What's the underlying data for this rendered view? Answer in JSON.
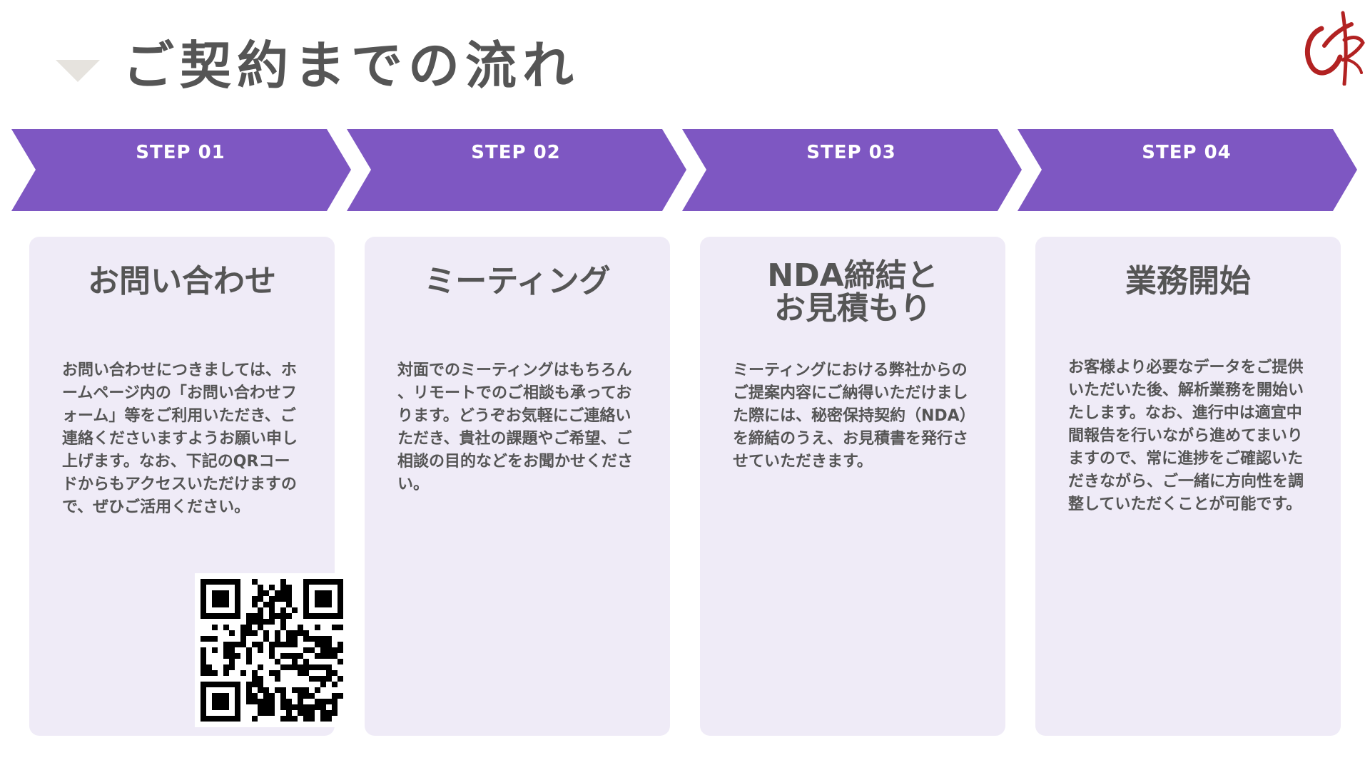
{
  "page": {
    "title": "ご契約までの流れ",
    "colors": {
      "accent": "#7e57c2",
      "card_background": "#efebf7",
      "text": "#555555",
      "title_marker": "#e6e3de",
      "logo": "#b22222"
    },
    "logo_icon": "calligraphy-seal-logo",
    "title_marker_icon": "triangle-down"
  },
  "steps": [
    {
      "label": "STEP 01",
      "title": "お問い合わせ",
      "body": "お問い合わせにつきましては、ホームページ内の「お問い合わせフォーム」等をご利用いただき、ご連絡くださいますようお願い申し上げます。なお、下記のQRコードからもアクセスいただけますので、ぜひご活用ください。",
      "icon": "qr-code"
    },
    {
      "label": "STEP 02",
      "title": "ミーティング",
      "body": "対面でのミーティングはもちろん、リモートでのご相談も承っております。どうぞお気軽にご連絡いただき、貴社の課題やご希望、ご相談の目的などをお聞かせください。"
    },
    {
      "label": "STEP 03",
      "title": "NDA締結と\nお見積もり",
      "body": "ミーティングにおける弊社からのご提案内容にご納得いただけました際には、秘密保持契約（NDA）を締結のうえ、お見積書を発行させていただきます。"
    },
    {
      "label": "STEP 04",
      "title": "業務開始",
      "body": "お客様より必要なデータをご提供いただいた後、解析業務を開始いたします。なお、進行中は適宜中間報告を行いながら進めてまいりますので、常に進捗をご確認いただきながら、ご一緒に方向性を調整していただくことが可能です。"
    }
  ]
}
